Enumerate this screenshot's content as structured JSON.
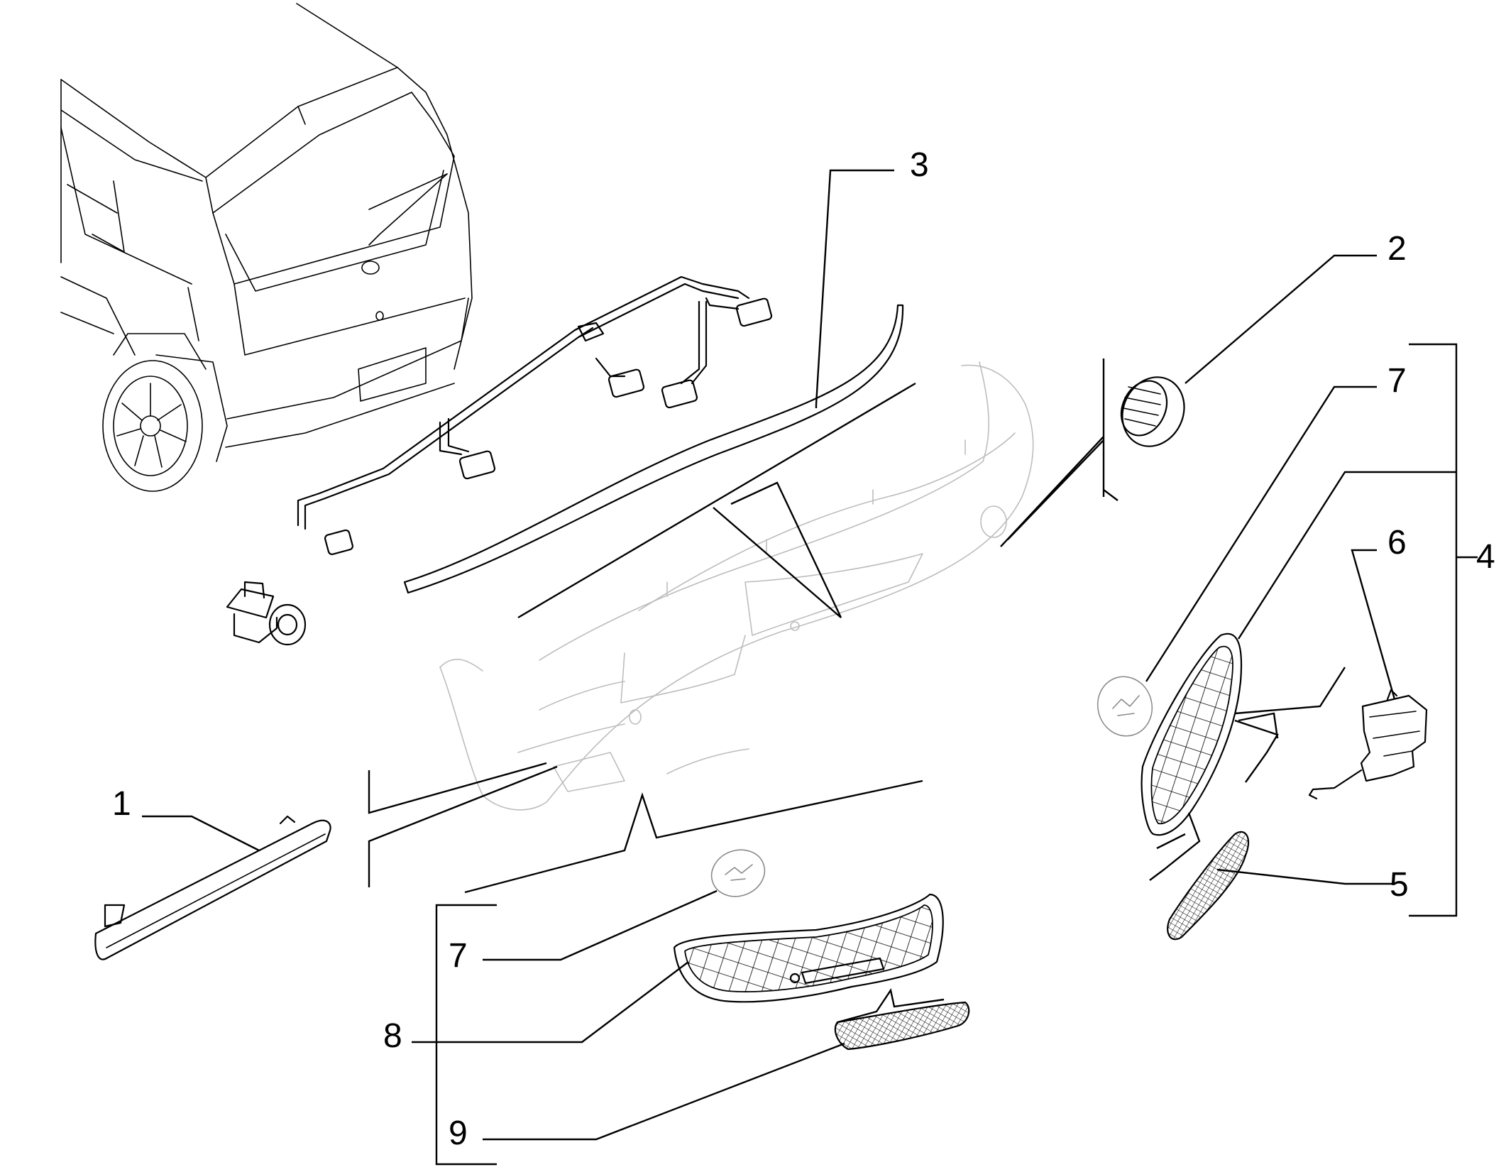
{
  "callouts": {
    "c1": "1",
    "c2": "2",
    "c3": "3",
    "c4": "4",
    "c5": "5",
    "c6": "6",
    "c7a": "7",
    "c7b": "7",
    "c8": "8",
    "c9": "9"
  }
}
